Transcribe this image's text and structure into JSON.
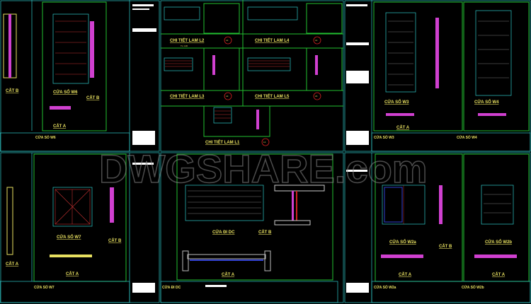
{
  "watermark": "DWGSHARE.com",
  "colors": {
    "background": "#000000",
    "frame": "#22c030",
    "dimension": "#30c8c8",
    "text": "#e8e060",
    "frame_red": "#d02020",
    "glass": "#3040d0",
    "profile": "#d040d0"
  },
  "sheets": {
    "w6": {
      "elevation": "CỬA SỔ W6",
      "section_a": "CẮT A",
      "section_b": "CẮT B",
      "title": "CỬA SỔ W6"
    },
    "w7": {
      "elevation": "CỬA SỔ W7",
      "section_a": "CẮT A",
      "section_b": "CẮT B",
      "title": "CỬA SỔ W7"
    },
    "lam": {
      "items": [
        "CHI TIẾT LAM L2",
        "CHI TIẾT LAM L4",
        "CHI TIẾT LAM L3",
        "CHI TIẾT LAM L5",
        "CHI TIẾT LAM L1"
      ],
      "badges": [
        "L2",
        "L4",
        "L3",
        "L5",
        "L1"
      ],
      "scale": "TL 1:20"
    },
    "dc": {
      "elevation": "CỬA ĐI DC",
      "section_a": "CẮT A",
      "section_b": "CẮT B",
      "title": "CỬA ĐI DC"
    },
    "w3": {
      "elevation": "CỬA SỔ W3",
      "section_a": "CẮT A",
      "title": "CỬA SỔ W3"
    },
    "w4": {
      "elevation": "CỬA SỔ W4",
      "title": "CỬA SỔ W4"
    },
    "w2a": {
      "elevation": "CỬA SỔ W2a",
      "section_a": "CẮT A",
      "section_b": "CẮT B",
      "title": "CỬA SỔ W2a"
    },
    "w2b": {
      "elevation": "CỬA SỔ W2b",
      "section_a": "CẮT A",
      "title": "CỬA SỔ W2b"
    }
  }
}
